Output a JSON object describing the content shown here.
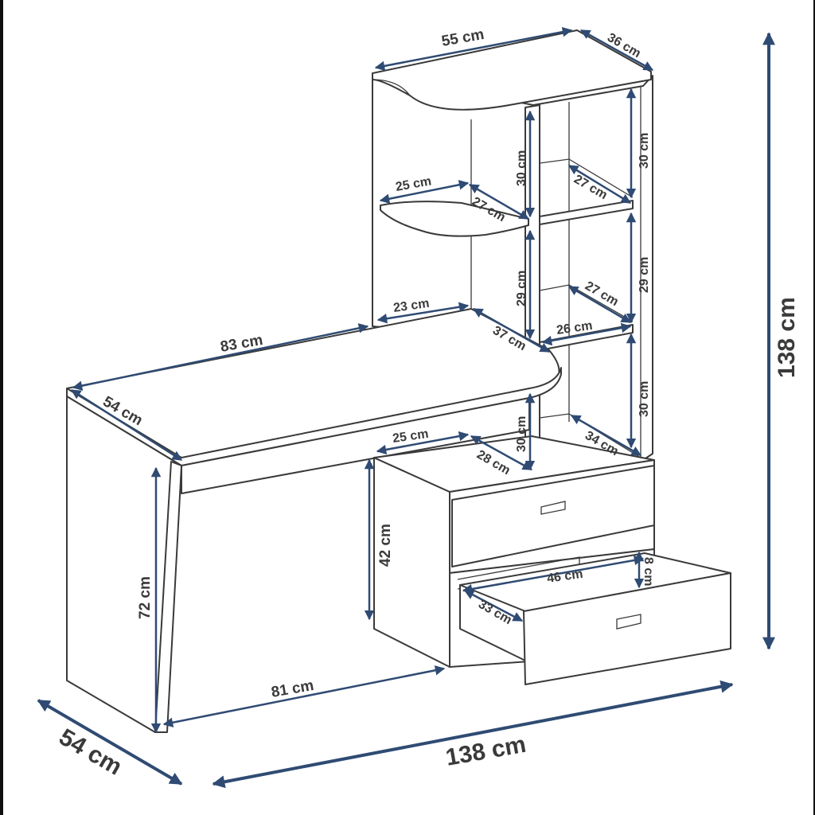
{
  "colors": {
    "dimension": "#2f4b73",
    "outline": "#3a3a3a",
    "background": "#ffffff"
  },
  "labels": {
    "top_width": "55 cm",
    "top_depth": "36 cm",
    "shelf1_h_left": "30 cm",
    "shelf1_h_right": "30 cm",
    "shelf1_width": "25 cm",
    "shelf1_depth": "27 cm",
    "shelf1_right_depth": "27 cm",
    "shelf2_h_left": "29 cm",
    "shelf2_h_right": "29 cm",
    "shelf2_right_depth": "27 cm",
    "shelf3_width": "23 cm",
    "shelf3_depth": "37 cm",
    "shelf3_right_width": "26 cm",
    "desk_length": "83 cm",
    "desk_depth": "54 cm",
    "shelf4_h_right": "30 cm",
    "shelf4_right_depth": "34 cm",
    "under_h": "30 cm",
    "under_width": "25 cm",
    "under_depth": "28 cm",
    "leg_height": "72 cm",
    "cabinet_height": "42 cm",
    "drawer_width": "46 cm",
    "drawer_height": "8 cm",
    "drawer_depth": "33 cm",
    "knee_width": "81 cm",
    "total_depth": "54 cm",
    "total_width": "138 cm",
    "total_height": "138 cm"
  }
}
